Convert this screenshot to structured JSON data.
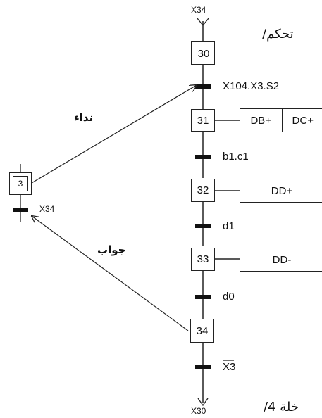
{
  "header": {
    "text": "تحكم/"
  },
  "footer": {
    "text": "خلة 4/"
  },
  "main_grafcet": {
    "input_link": "X34",
    "output_link": "X30",
    "steps": [
      {
        "number": "30",
        "initial": true
      },
      {
        "number": "31",
        "actions": [
          "DB+",
          "DC+"
        ]
      },
      {
        "number": "32",
        "actions": [
          "DD+"
        ]
      },
      {
        "number": "33",
        "actions": [
          "DD-"
        ]
      },
      {
        "number": "34",
        "actions": []
      }
    ],
    "transitions": [
      "X104.X3.S2",
      "b1.c1",
      "d1",
      "d0",
      "X3"
    ]
  },
  "calling_grafcet": {
    "step": "3",
    "transition": "X34"
  },
  "labels": {
    "call": "نداء",
    "answer": "جواب"
  }
}
